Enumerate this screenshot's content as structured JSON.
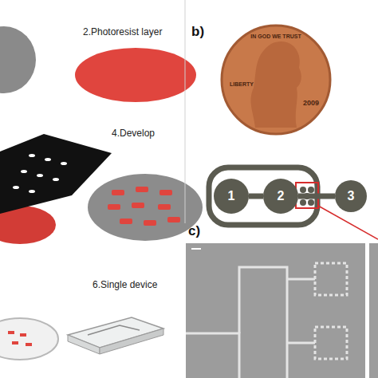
{
  "diagram": {
    "nodes": [
      {
        "text": [
          "1"
        ]
      },
      {
        "text": [
          "2"
        ]
      },
      {
        "text": [
          "3"
        ]
      }
    ],
    "edges": [
      {
        "from": 0,
        "to": 1,
        "arrow": "none"
      },
      {
        "from": 1,
        "to": 2,
        "arrow": "none"
      }
    ],
    "labels": [
      "2.Photoresist layer",
      "4.Develop",
      "6.Single device",
      "b)",
      "IN GOD WE TRUST",
      "LIBERTY",
      "2009",
      "c)"
    ]
  }
}
